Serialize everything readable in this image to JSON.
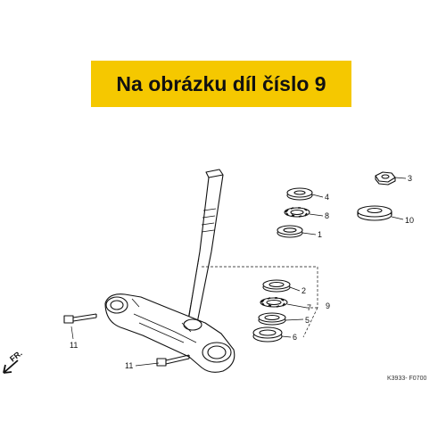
{
  "banner": {
    "text": "Na obrázku díl číslo 9",
    "color": "#f5c800"
  },
  "callouts": {
    "c1": "1",
    "c2": "2",
    "c3": "3",
    "c4": "4",
    "c5": "5",
    "c6": "6",
    "c7": "7",
    "c8": "8",
    "c9": "9",
    "c10": "10",
    "c11a": "11",
    "c11b": "11"
  },
  "direction_marker": "FR.",
  "figure_code": "K3933- F0700"
}
